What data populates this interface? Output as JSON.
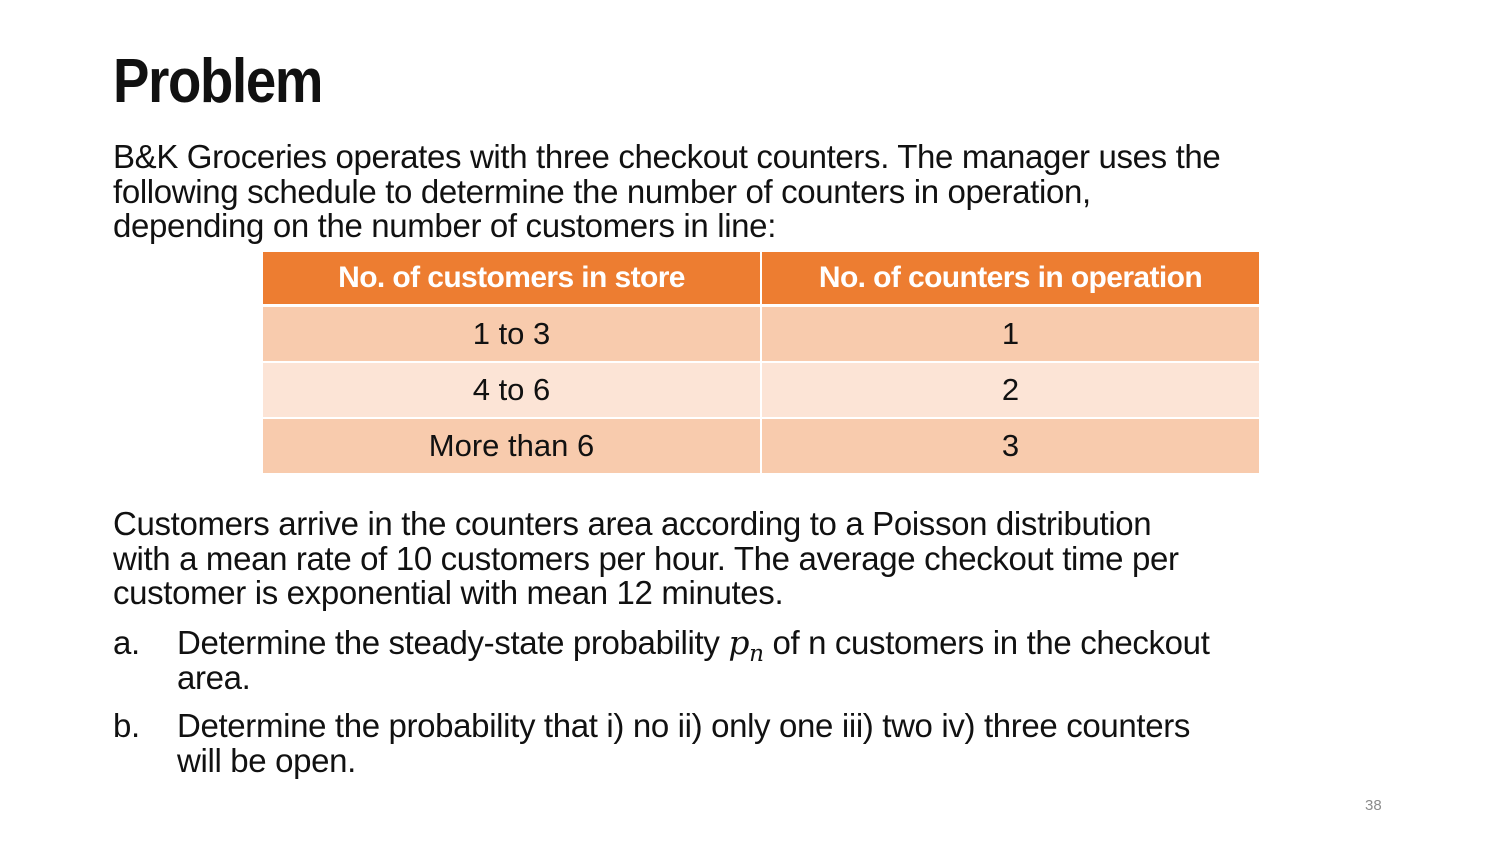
{
  "slide": {
    "title": "Problem",
    "page_number": "38"
  },
  "intro": {
    "lines": [
      "B&K Groceries operates with three checkout counters. The manager uses the",
      "following schedule to determine the number of counters in operation,",
      "depending on the number of customers in line:"
    ]
  },
  "schedule_table": {
    "headers": [
      "No. of customers in store",
      "No. of counters in operation"
    ],
    "rows": [
      [
        "1 to 3",
        "1"
      ],
      [
        "4 to 6",
        "2"
      ],
      [
        "More than 6",
        "3"
      ]
    ],
    "colors": {
      "header": "#ed7d31",
      "row_odd": "#f8cbad",
      "row_even": "#fce4d6"
    }
  },
  "arrival": {
    "lines": [
      "Customers arrive in the counters area according to a Poisson distribution",
      "with a mean rate of 10 customers per hour. The average checkout time per",
      "customer is exponential with mean 12 minutes."
    ]
  },
  "questions": {
    "a": {
      "marker": "a.",
      "text_before": "Determine the steady-state probability ",
      "symbol": "p",
      "subscript": "n",
      "text_after": " of n customers in the checkout",
      "line2": "area."
    },
    "b": {
      "marker": "b.",
      "line1": "Determine the probability that i) no ii) only one iii) two iv) three counters",
      "line2": "will be open."
    }
  }
}
